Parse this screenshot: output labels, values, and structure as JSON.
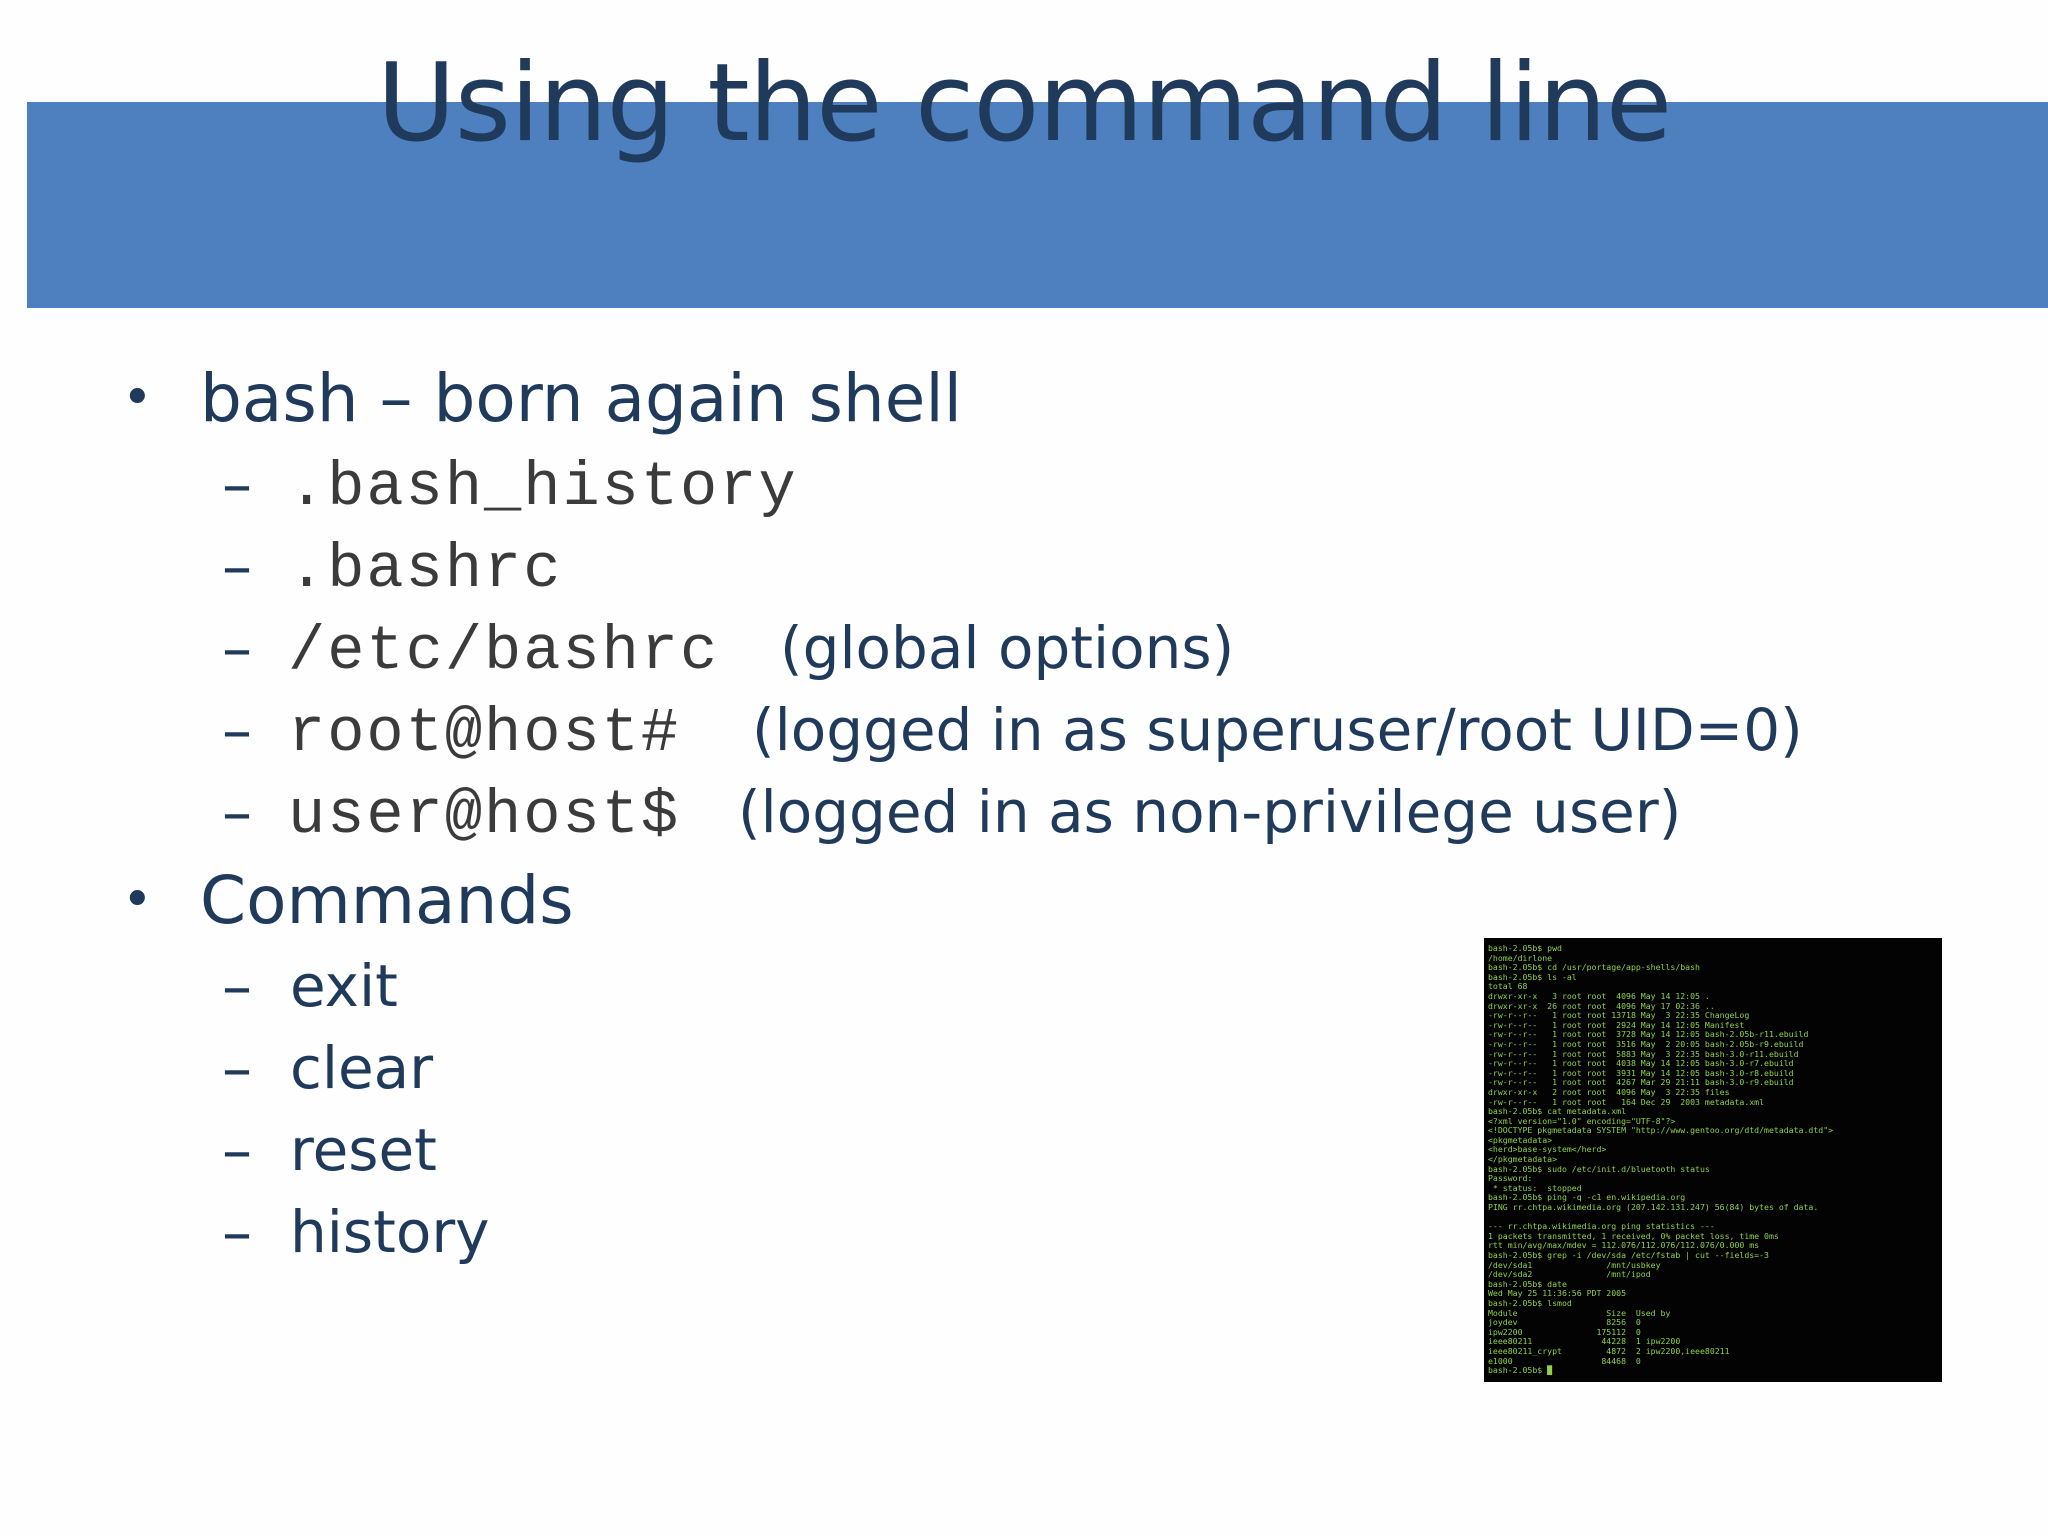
{
  "slide": {
    "title": "Using the command line",
    "bullets": [
      {
        "text": "bash – born again shell",
        "subitems": [
          {
            "code": ".bash_history",
            "note": ""
          },
          {
            "code": ".bashrc",
            "note": ""
          },
          {
            "code": "/etc/bashrc",
            "note": "(global options)"
          },
          {
            "code": "root@host#",
            "note": "(logged in as superuser/root UID=0)"
          },
          {
            "code": "user@host$",
            "note": "(logged in as non-privilege user)"
          }
        ]
      },
      {
        "text": "Commands",
        "subitems": [
          {
            "text": "exit"
          },
          {
            "text": "clear"
          },
          {
            "text": "reset"
          },
          {
            "text": "history"
          }
        ]
      }
    ],
    "bullet_glyph": "•",
    "dash_glyph": "–",
    "terminal_text": "bash-2.05b$ pwd\n/home/dirlone\nbash-2.05b$ cd /usr/portage/app-shells/bash\nbash-2.05b$ ls -al\ntotal 68\ndrwxr-xr-x   3 root root  4096 May 14 12:05 .\ndrwxr-xr-x  26 root root  4096 May 17 02:36 ..\n-rw-r--r--   1 root root 13718 May  3 22:35 ChangeLog\n-rw-r--r--   1 root root  2924 May 14 12:05 Manifest\n-rw-r--r--   1 root root  3728 May 14 12:05 bash-2.05b-r11.ebuild\n-rw-r--r--   1 root root  3516 May  2 20:05 bash-2.05b-r9.ebuild\n-rw-r--r--   1 root root  5883 May  3 22:35 bash-3.0-r11.ebuild\n-rw-r--r--   1 root root  4038 May 14 12:05 bash-3.0-r7.ebuild\n-rw-r--r--   1 root root  3931 May 14 12:05 bash-3.0-r8.ebuild\n-rw-r--r--   1 root root  4267 Mar 29 21:11 bash-3.0-r9.ebuild\ndrwxr-xr-x   2 root root  4096 May  3 22:35 files\n-rw-r--r--   1 root root   164 Dec 29  2003 metadata.xml\nbash-2.05b$ cat metadata.xml\n<?xml version=\"1.0\" encoding=\"UTF-8\"?>\n<!DOCTYPE pkgmetadata SYSTEM \"http://www.gentoo.org/dtd/metadata.dtd\">\n<pkgmetadata>\n<herd>base-system</herd>\n</pkgmetadata>\nbash-2.05b$ sudo /etc/init.d/bluetooth status\nPassword:\n * status:  stopped\nbash-2.05b$ ping -q -c1 en.wikipedia.org\nPING rr.chtpa.wikimedia.org (207.142.131.247) 56(84) bytes of data.\n\n--- rr.chtpa.wikimedia.org ping statistics ---\n1 packets transmitted, 1 received, 0% packet loss, time 0ms\nrtt min/avg/max/mdev = 112.076/112.076/112.076/0.000 ms\nbash-2.05b$ grep -i /dev/sda /etc/fstab | cut --fields=-3\n/dev/sda1               /mnt/usbkey\n/dev/sda2               /mnt/ipod\nbash-2.05b$ date\nWed May 25 11:36:56 PDT 2005\nbash-2.05b$ lsmod\nModule                  Size  Used by\njoydev                  8256  0\nipw2200               175112  0\nieee80211              44228  1 ipw2200\nieee80211_crypt         4872  2 ipw2200,ieee80211\ne1000                  84468  0\nbash-2.05b$ █"
  },
  "colors": {
    "title_bar": "#4e7fbe",
    "title_text": "#1f3a5a",
    "body_text": "#1f3a5a",
    "code_text": "#3b3b3b",
    "terminal_bg": "#030303",
    "terminal_fg": "#8fd14a"
  }
}
